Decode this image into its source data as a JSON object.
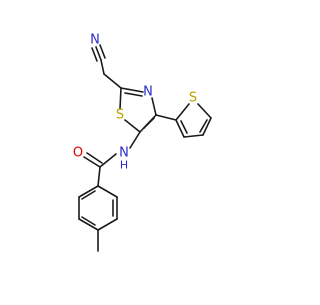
{
  "molecule": {
    "atoms": {
      "N_nitrile": "N",
      "N_thiazole": "N",
      "S_thiazole": "S",
      "S_thiophene": "S",
      "O_carbonyl": "O",
      "N_amide": "N",
      "H_amide": "H"
    },
    "colors": {
      "bond": "#1a1a1a",
      "nitrogen": "#2a2ad0",
      "sulfur": "#b8a200",
      "oxygen": "#e00000"
    }
  }
}
